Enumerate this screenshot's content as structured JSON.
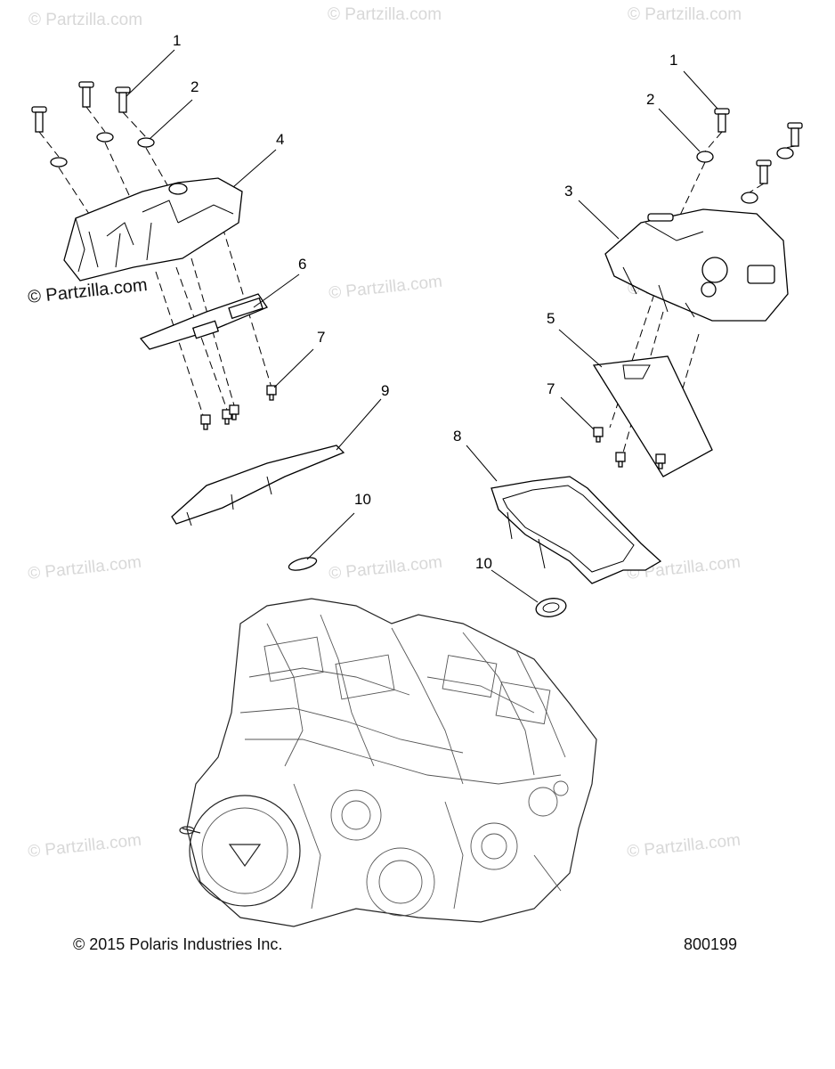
{
  "diagram": {
    "callouts": [
      {
        "id": "c1a",
        "label": "1"
      },
      {
        "id": "c2a",
        "label": "2"
      },
      {
        "id": "c4",
        "label": "4"
      },
      {
        "id": "c6",
        "label": "6"
      },
      {
        "id": "c7a",
        "label": "7"
      },
      {
        "id": "c9",
        "label": "9"
      },
      {
        "id": "c10a",
        "label": "10"
      },
      {
        "id": "c1b",
        "label": "1"
      },
      {
        "id": "c2b",
        "label": "2"
      },
      {
        "id": "c3",
        "label": "3"
      },
      {
        "id": "c5",
        "label": "5"
      },
      {
        "id": "c7b",
        "label": "7"
      },
      {
        "id": "c8",
        "label": "8"
      },
      {
        "id": "c10b",
        "label": "10"
      }
    ],
    "watermark": "© Partzilla.com",
    "copyright": "© 2015 Polaris Industries Inc.",
    "figure_number": "800199"
  }
}
